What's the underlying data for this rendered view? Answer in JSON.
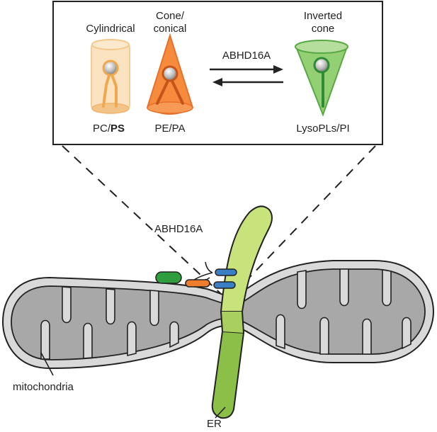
{
  "inset": {
    "shapes": {
      "cylindrical": {
        "title": "Cylindrical",
        "lipids_prefix": "PC/",
        "lipids_bold": "PS"
      },
      "cone": {
        "title_line1": "Cone/",
        "title_line2": "conical",
        "lipids": "PE/PA"
      },
      "inverted_cone": {
        "title_line1": "Inverted",
        "title_line2": "cone",
        "lipids": "LysoPLs/PI"
      }
    },
    "enzyme_label": "ABHD16A"
  },
  "main": {
    "protein_label": "ABHD16A",
    "mitochondria_label": "mitochondria",
    "er_label": "ER"
  },
  "colors": {
    "cylinder_fill": "#f9d8a6",
    "cylinder_stroke": "#f3b96a",
    "cone_fill": "#f58a3c",
    "cone_stroke": "#e6702a",
    "inverted_fill": "#8ccb6b",
    "inverted_stroke": "#5aa845",
    "er_fill": "#a9cf5e",
    "mito_outer": "#d6d6d6",
    "mito_inner": "#9a9a9a",
    "protein_green": "#2e9e3e",
    "protein_orange": "#ef7d2e",
    "protein_blue": "#3a7fc4"
  }
}
